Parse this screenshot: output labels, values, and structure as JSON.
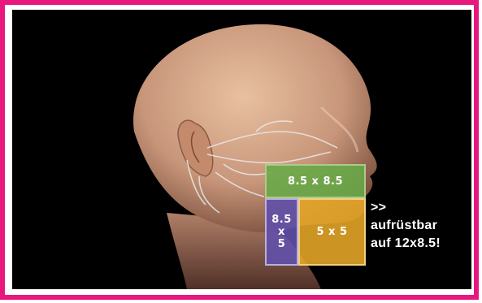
{
  "sizes": {
    "top_label": "8.5 x 8.5",
    "left_line1": "8.5",
    "left_line2": "x",
    "left_line3": "5",
    "right_label": "5 x 5"
  },
  "caption": {
    "line1": ">>",
    "line2": "aufrüstbar",
    "line3": "auf 12x8.5!"
  },
  "colors": {
    "frame": "#e8177d",
    "background": "#000000",
    "top_cell": "#68aa48",
    "left_cell": "#6050aa",
    "right_cell": "#e8a828"
  }
}
